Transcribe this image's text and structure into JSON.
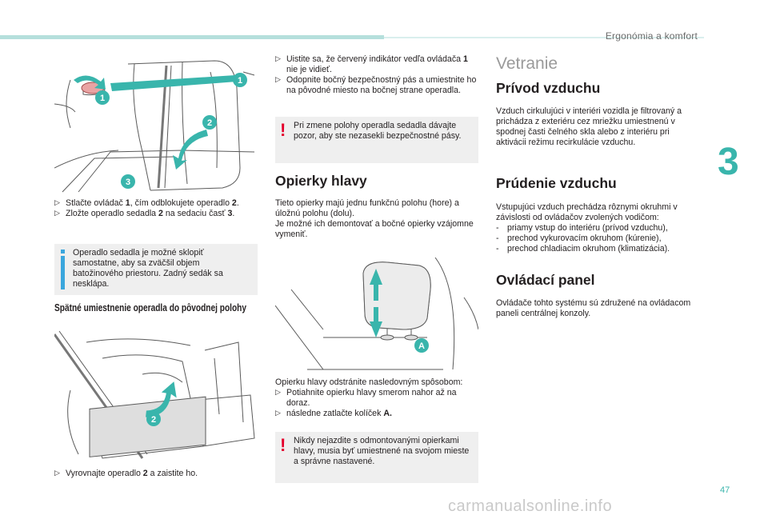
{
  "header": {
    "section_title": "Ergonómia a komfort",
    "chapter_number": "3",
    "page_number": "47"
  },
  "watermark": "carmanualsonline.info",
  "col1": {
    "fig1_labels": [
      "1",
      "1",
      "2",
      "3"
    ],
    "steps1": [
      {
        "marker": "",
        "parts": [
          "Stlačte ovládač ",
          "1",
          ", čím odblokujete operadlo ",
          "2",
          "."
        ]
      },
      {
        "marker": "",
        "parts": [
          "Zložte operadlo sedadla ",
          "2",
          " na sedaciu časť ",
          "3",
          "."
        ]
      }
    ],
    "info_note": "Operadlo sedadla je možné sklopiť samostatne, aby sa zväčšil objem batožinového priestoru. Zadný sedák sa nesklápa.",
    "heading_return": "Spätné umiestnenie operadla do pôvodnej polohy",
    "fig2_label": "2",
    "step_final": {
      "parts": [
        "Vyrovnajte operadlo ",
        "2",
        " a zaistite ho."
      ]
    }
  },
  "col2": {
    "steps_top": [
      {
        "parts": [
          "Uistite sa, že červený indikátor vedľa ovládača ",
          "1",
          " nie je vidieť."
        ]
      },
      {
        "parts": [
          "Odopnite bočný bezpečnostný pás a umiestnite ho na pôvodné miesto na bočnej strane operadla."
        ]
      }
    ],
    "warning1": "Pri zmene polohy operadla sedadla dávajte pozor, aby ste nezasekli bezpečnostné pásy.",
    "heading_headrests": "Opierky hlavy",
    "intro": [
      "Tieto opierky majú jednu funkčnú polohu (hore) a úložnú polohu (dolu).",
      "Je možné ich demontovať a bočné opierky vzájomne vymeniť."
    ],
    "fig3_label": "A",
    "removal_intro": "Opierku hlavy odstránite nasledovným spôsobom:",
    "removal_steps": [
      {
        "parts": [
          "Potiahnite opierku hlavy smerom nahor až na doraz."
        ]
      },
      {
        "parts": [
          "následne zatlačte kolíček ",
          "A",
          "."
        ]
      }
    ],
    "warning2": "Nikdy nejazdite s odmontovanými opierkami hlavy, musia byť umiestnené na svojom mieste a správne nastavené."
  },
  "col3": {
    "heading_main": "Vetranie",
    "h_air_intake": "Prívod vzduchu",
    "p_air_intake": "Vzduch cirkulujúci v interiéri vozidla je filtrovaný a prichádza z exteriéru cez mriežku umiestnenú v spodnej časti čelného skla alebo z interiéru pri aktivácii režimu recirkulácie vzduchu.",
    "h_air_flow": "Prúdenie vzduchu",
    "p_air_flow": "Vstupujúci vzduch prechádza rôznymi okruhmi v závislosti od ovládačov zvolených vodičom:",
    "air_flow_list": [
      "priamy vstup do interiéru (prívod vzduchu),",
      "prechod vykurovacím okruhom (kúrenie),",
      "prechod chladiacim okruhom (klimatizácia)."
    ],
    "h_control": "Ovládací panel",
    "p_control": "Ovládače tohto systému sú združené na ovládacom paneli centrálnej konzoly."
  },
  "colors": {
    "accent": "#39b5ac",
    "warning": "#e4002b",
    "info_blue": "#3aa6dd",
    "note_bg": "#efefef"
  }
}
